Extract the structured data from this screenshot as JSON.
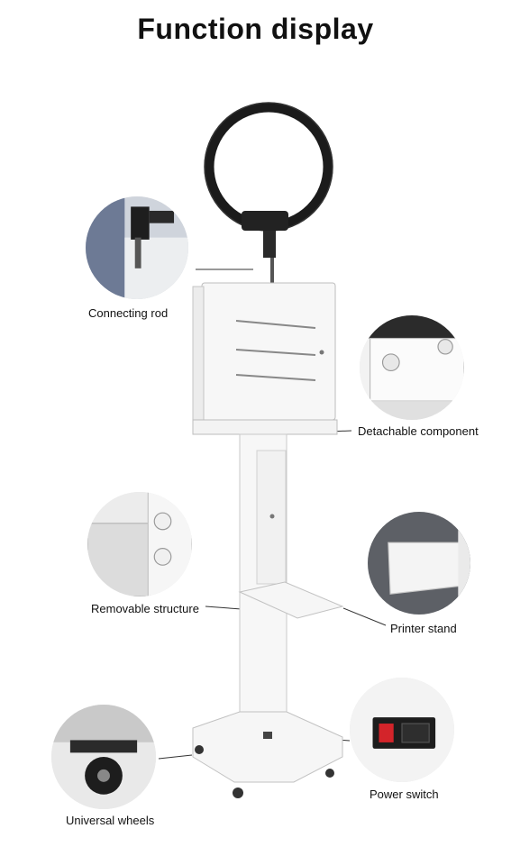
{
  "title": "Function display",
  "callouts": {
    "connecting_rod": "Connecting rod",
    "detachable_component": "Detachable component",
    "removable_structure": "Removable structure",
    "printer_stand": "Printer stand",
    "universal_wheels": "Universal wheels",
    "power_switch": "Power switch"
  }
}
